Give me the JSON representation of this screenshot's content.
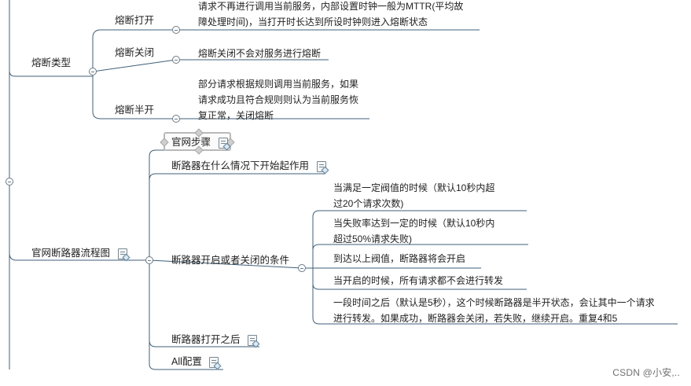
{
  "mindmap": {
    "breaker_types": {
      "label": "熔断类型",
      "open": {
        "label": "熔断打开",
        "note_line1": "请求不再进行调用当前服务，内部设置时钟一般为MTTR(平均故",
        "note_line2": "障处理时间)，当打开时长达到所设时钟则进入熔断状态"
      },
      "closed": {
        "label": "熔断关闭",
        "note_line1": "熔断关闭不会对服务进行熔断"
      },
      "half_open": {
        "label": "熔断半开",
        "note_line1": "部分请求根据规则调用当前服务，如果",
        "note_line2": "请求成功且符合规则则认为当前服务恢",
        "note_line3": "复正常，关闭熔断"
      }
    },
    "flowchart": {
      "label": "官网断路器流程图",
      "steps": {
        "label": "官网步骤"
      },
      "when_active": {
        "label": "断路器在什么情况下开始起作用"
      },
      "conditions": {
        "label": "断路器开启或者关闭的条件",
        "c1_line1": "当满足一定阀值的时候（默认10秒内超",
        "c1_line2": "过20个请求次数)",
        "c2_line1": "当失败率达到一定的时候（默认10秒内",
        "c2_line2": "超过50%请求失败)",
        "c3": "到达以上阀值，断路器将会开启",
        "c4": "当开启的时候，所有请求都不会进行转发",
        "c5_line1": "一段时间之后（默认是5秒），这个时候断路器是半开状态，会让其中一个请求",
        "c5_line2": "进行转发。如果成功，断路器会关闭，若失败，继续开启。重复4和5"
      },
      "after_open": {
        "label": "断路器打开之后"
      },
      "all_config": {
        "label": "All配置"
      }
    }
  },
  "watermark": "CSDN @小安,..",
  "colors": {
    "branch_line": "#3f5f78",
    "toggle_border": "#6b7a86"
  }
}
